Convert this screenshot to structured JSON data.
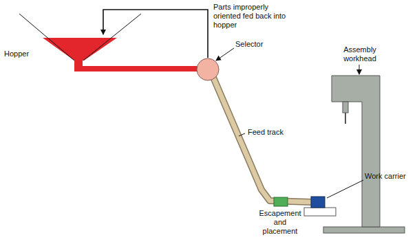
{
  "diagram": {
    "labels": [
      "Parts improperly oriented fed back into hopper",
      "Hopper",
      "Selector",
      "Feed track",
      "Assembly workhead",
      "Work carrier",
      "Escapement and placement"
    ]
  }
}
